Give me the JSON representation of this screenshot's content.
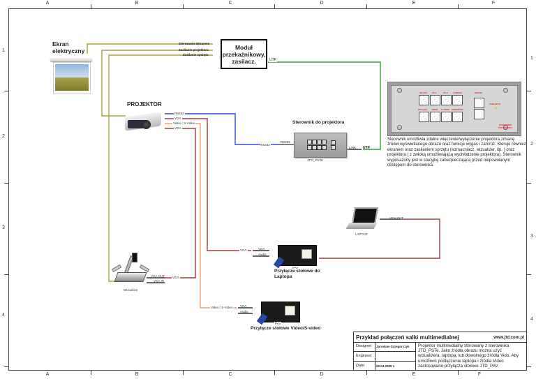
{
  "grid": {
    "columns": [
      "A",
      "B",
      "C",
      "D",
      "E",
      "F"
    ],
    "rows": [
      "1",
      "2",
      "3",
      "4"
    ]
  },
  "screen": {
    "title_line1": "Ekran",
    "title_line2": "elektryczny"
  },
  "module": {
    "line1": "Moduł",
    "line2": "przekaźnikowy,",
    "line3": "zasilacz."
  },
  "relay_lines": {
    "l1": "Sterowanie Ekranem",
    "l2": "Zasilanie projektora",
    "l3": "Zasilanie sprzętu",
    "utp": "UTP"
  },
  "projector": {
    "title": "PROJEKTOR",
    "ports": [
      "RS232",
      "VGA",
      "Video / S-Video",
      "VGA"
    ]
  },
  "controller": {
    "title": "Sterownik do projektora",
    "model": "JTD_PSTe",
    "in_rs232_a": "RS232",
    "in_rs232_b": "RS232",
    "link": "LINK",
    "utp": "UTP"
  },
  "panel": {
    "labels_top": [
      "WŁĄCZ",
      "PV-1",
      "PV-2",
      "ZAMROŹ"
    ],
    "labels_bottom": [
      "WYŁĄCZ",
      "VIDEO",
      "S-VIDEO",
      "ZEWNĘTRZ"
    ],
    "label_screen": "EKRAN",
    "label_lock": "ZABLOKUJ",
    "label_brand": "STEROWNIK PROJEKTORA",
    "description": "Sterownik umożliwia zdalne włączenie/wyłączenie projektora zmianę źródeł wyświetlanego obrazu oraz funkcje wygaś i zamroź. Steruje również ekranem oraz zasilaniem sprzętu (wzmacniacz, wizualizer, itp. ) oraz projektora ( z zwłoką umożliwiającą wychłodzenie projektora).  Sterownik wyposażony jest w stacyjkę zabezpieczającą przed niepowołanym dostępem do sterownika."
  },
  "laptop": {
    "label": "LAPTOP",
    "port": "VGA OUT"
  },
  "pav_laptop": {
    "in_label": "VGA",
    "port_vga": "VGA",
    "port_audio": "Audio",
    "model": "PAV",
    "title_line1": "Przyłącze stołowe do",
    "title_line2": "Laptopa"
  },
  "pav_video": {
    "in_label": "Video / S-Video",
    "port_vga": "VGA",
    "port_audio": "Audio",
    "model": "PAV",
    "title": "Przyłącze stołowe Video/S-video"
  },
  "visualizer": {
    "label": "Wizualizer",
    "port_out": "VGA OUT",
    "port_in": "VGA IN",
    "link_label": "VGA"
  },
  "title_block": {
    "title": "Przykład połączeń salki multimedialnej",
    "url": "www.jtd.com.pl",
    "designer_label": "Designer:",
    "designer_value": "Jarosław Grzegorczyk",
    "engineer_label": "Engineer:",
    "engineer_value": "",
    "date_label": "Date:",
    "date_value": "02.04.2009 r.",
    "note": "Projektor multimedialny sterowany z sterownika JTD_PSTe. Jako źródła obrazu można użyć wizualizera, laptopa, lub dowolnego źródła Vido. Aby umożliwić podłączenie laptopa i źródła Video zastosowano przyłącza stołowe JTD_PAV."
  },
  "colors": {
    "olive": "#a8a23a",
    "green": "#3a9a3a",
    "blue": "#3b46e0",
    "red": "#a83a3a",
    "orange": "#f0a070",
    "dark": "#333333"
  }
}
